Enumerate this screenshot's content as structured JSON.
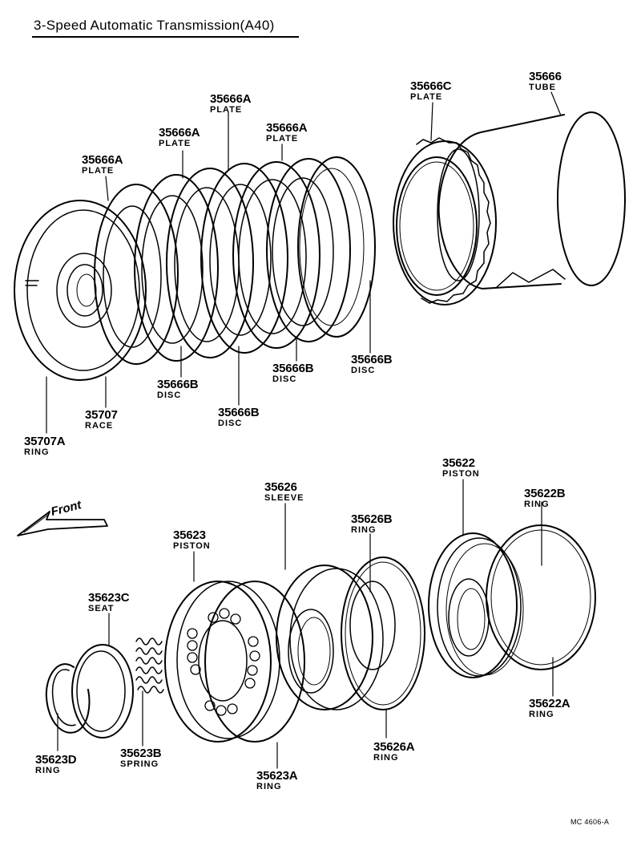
{
  "title": "3-Speed Automatic Transmission(A40)",
  "front_label": "Front",
  "diagram_code": "MC 4606-A",
  "labels": [
    {
      "part": "35666",
      "name": "TUBE"
    },
    {
      "part": "35666C",
      "name": "PLATE"
    },
    {
      "part": "35666A",
      "name": "PLATE"
    },
    {
      "part": "35666A",
      "name": "PLATE"
    },
    {
      "part": "35666A",
      "name": "PLATE"
    },
    {
      "part": "35666A",
      "name": "PLATE"
    },
    {
      "part": "35666B",
      "name": "DISC"
    },
    {
      "part": "35666B",
      "name": "DISC"
    },
    {
      "part": "35666B",
      "name": "DISC"
    },
    {
      "part": "35666B",
      "name": "DISC"
    },
    {
      "part": "35707",
      "name": "RACE"
    },
    {
      "part": "35707A",
      "name": "RING"
    },
    {
      "part": "35622",
      "name": "PISTON"
    },
    {
      "part": "35622B",
      "name": "RING"
    },
    {
      "part": "35622A",
      "name": "RING"
    },
    {
      "part": "35626",
      "name": "SLEEVE"
    },
    {
      "part": "35626B",
      "name": "RING"
    },
    {
      "part": "35626A",
      "name": "RING"
    },
    {
      "part": "35623",
      "name": "PISTON"
    },
    {
      "part": "35623C",
      "name": "SEAT"
    },
    {
      "part": "35623D",
      "name": "RING"
    },
    {
      "part": "35623B",
      "name": "SPRING"
    },
    {
      "part": "35623A",
      "name": "RING"
    }
  ]
}
